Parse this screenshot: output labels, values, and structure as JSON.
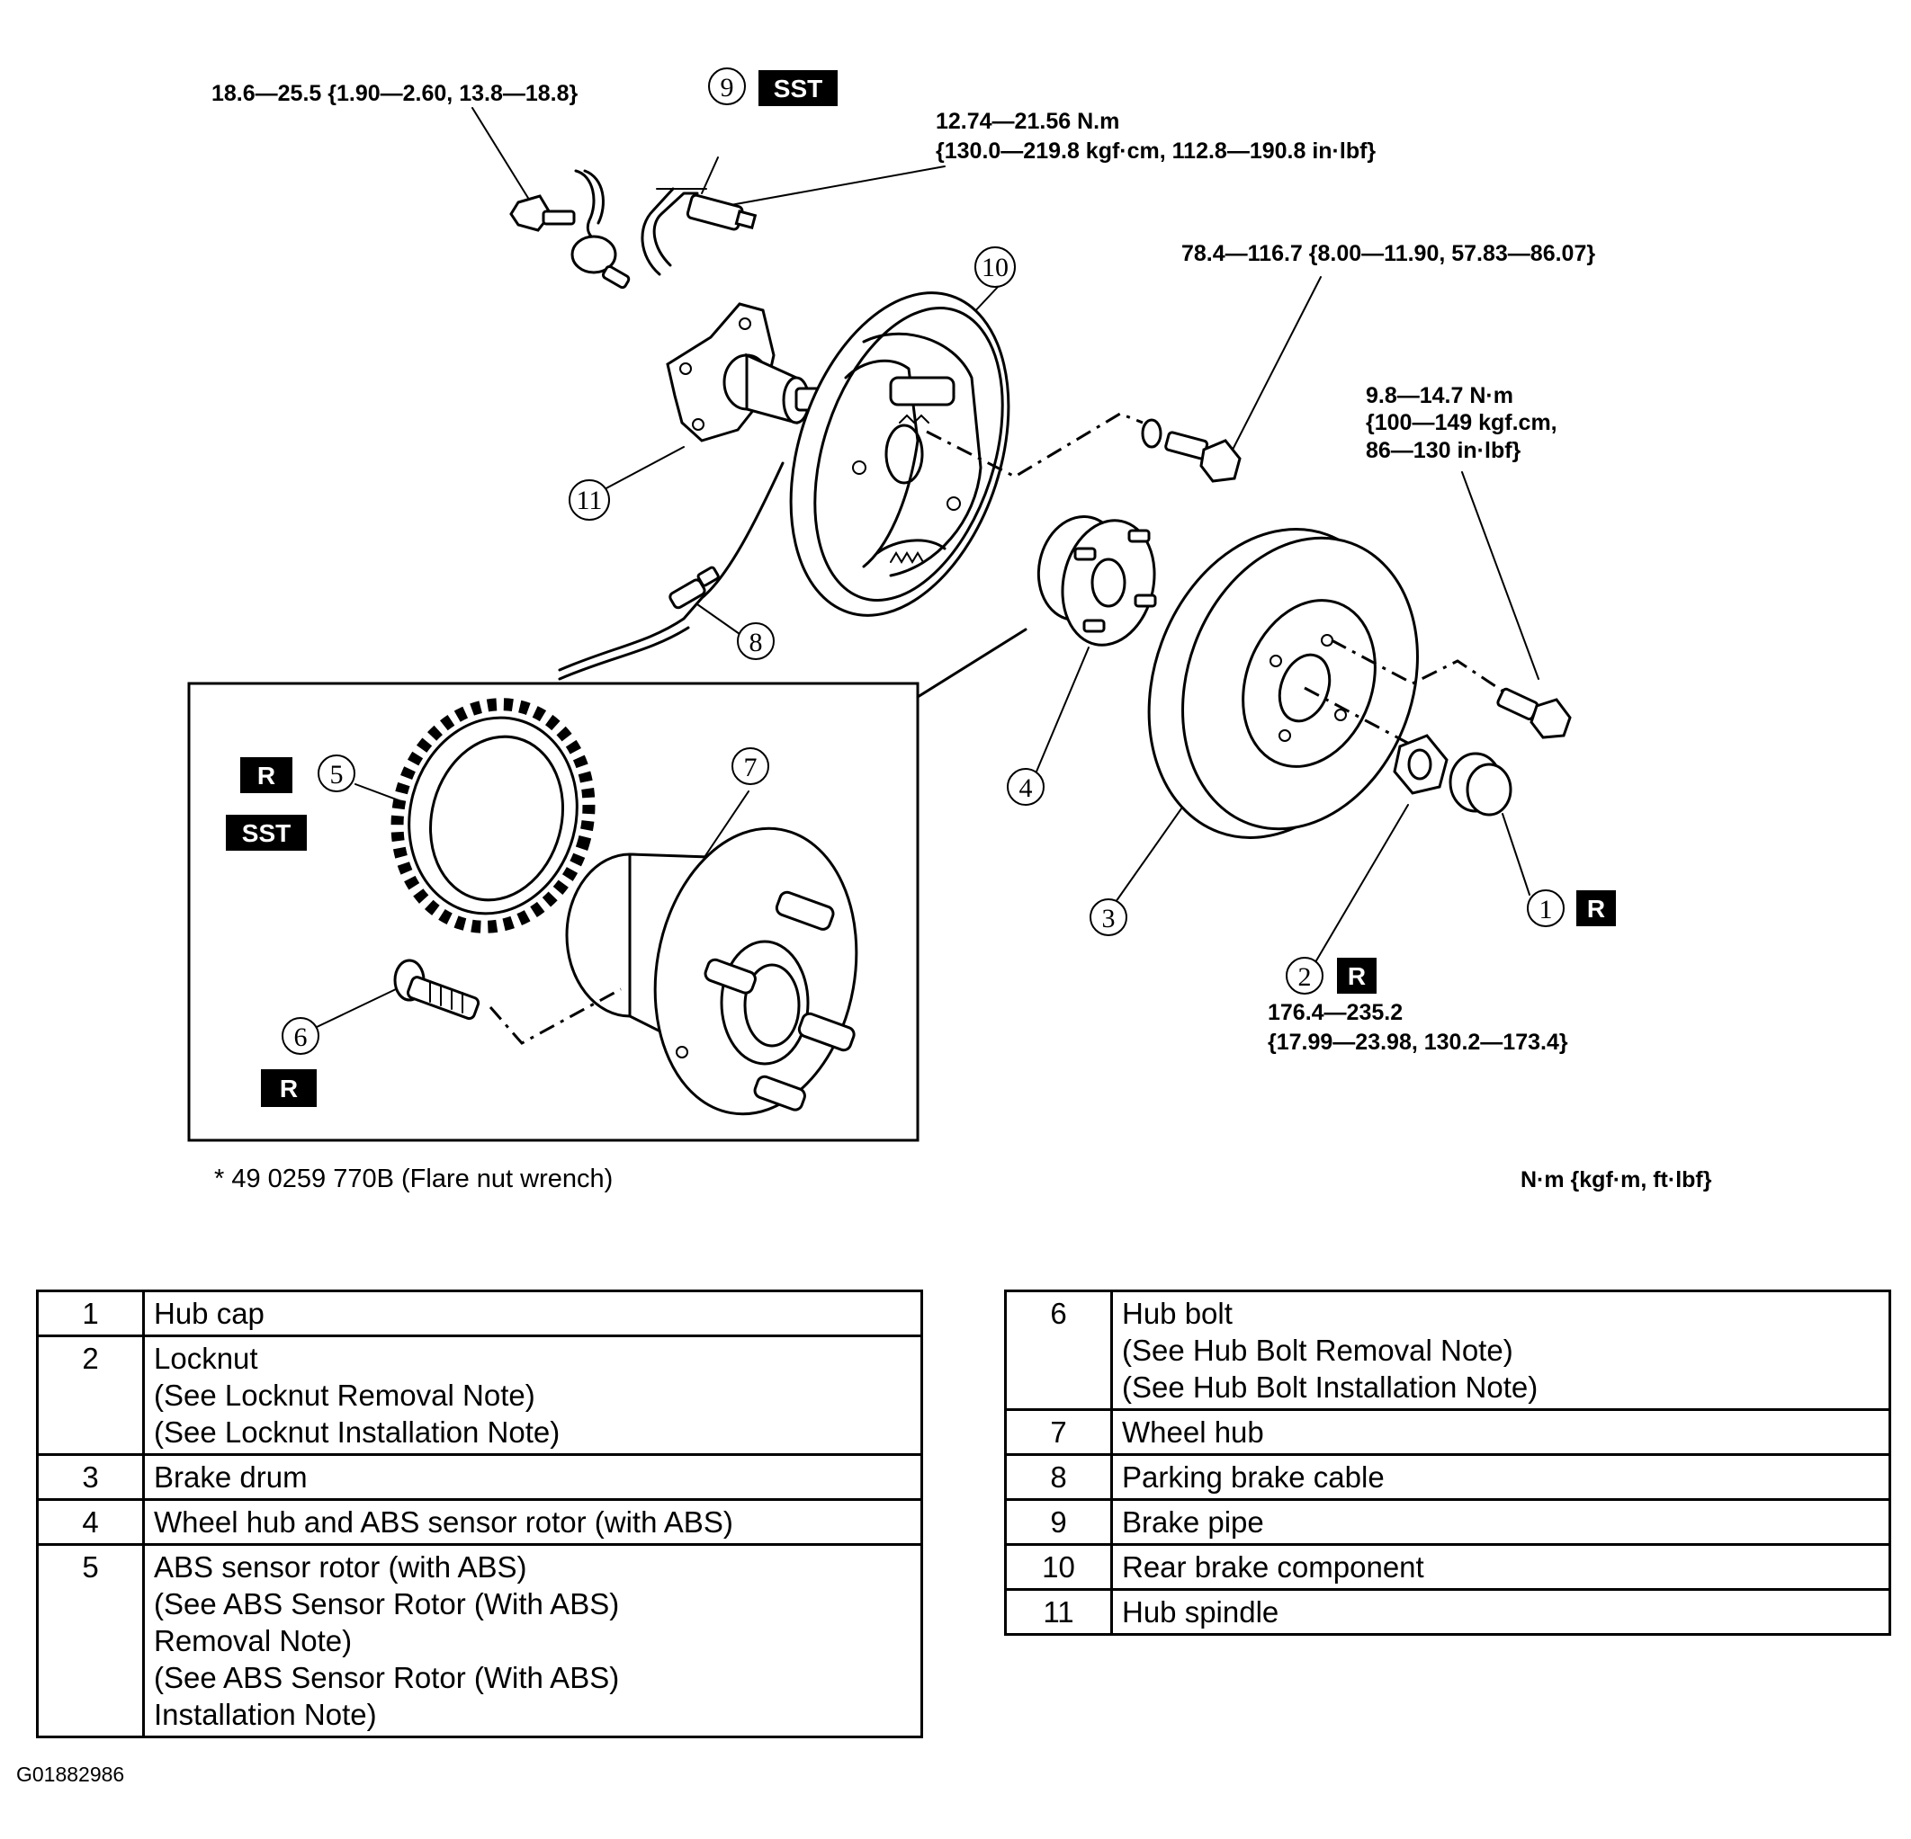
{
  "diagram": {
    "torques": {
      "sensor_bolt": "18.6—25.5 {1.90—2.60, 13.8—18.8}",
      "brake_pipe_line1": "12.74—21.56 N.m",
      "brake_pipe_line2": "{130.0—219.8 kgf·cm, 112.8—190.8 in·lbf}",
      "backing_plate_bolt": "78.4—116.7 {8.00—11.90, 57.83—86.07}",
      "drum_screw_line1": "9.8—14.7 N·m",
      "drum_screw_line2": "{100—149 kgf.cm,",
      "drum_screw_line3": "86—130 in·lbf}",
      "locknut_line1": "176.4—235.2",
      "locknut_line2": "{17.99—23.98, 130.2—173.4}"
    },
    "callouts": [
      "1",
      "2",
      "3",
      "4",
      "5",
      "6",
      "7",
      "8",
      "9",
      "10",
      "11"
    ],
    "badges": {
      "sst": "SST",
      "replace": "R"
    },
    "sst_note": "* 49 0259 770B (Flare nut wrench)",
    "units_note": "N·m {kgf·m, ft·lbf}"
  },
  "legend_left": [
    {
      "num": "1",
      "lines": [
        "Hub cap"
      ]
    },
    {
      "num": "2",
      "lines": [
        "Locknut",
        "(See Locknut Removal Note)",
        "(See Locknut Installation Note)"
      ]
    },
    {
      "num": "3",
      "lines": [
        "Brake drum"
      ]
    },
    {
      "num": "4",
      "lines": [
        "Wheel hub and ABS sensor rotor (with ABS)"
      ]
    },
    {
      "num": "5",
      "lines": [
        "ABS sensor rotor (with ABS)",
        "(See ABS Sensor Rotor (With ABS)",
        "Removal Note)",
        "(See ABS Sensor Rotor (With ABS)",
        "Installation Note)"
      ]
    }
  ],
  "legend_right": [
    {
      "num": "6",
      "lines": [
        "Hub bolt",
        "(See Hub Bolt Removal Note)",
        "(See Hub Bolt Installation Note)"
      ]
    },
    {
      "num": "7",
      "lines": [
        "Wheel hub"
      ]
    },
    {
      "num": "8",
      "lines": [
        "Parking brake cable"
      ]
    },
    {
      "num": "9",
      "lines": [
        "Brake pipe"
      ]
    },
    {
      "num": "10",
      "lines": [
        "Rear brake component"
      ]
    },
    {
      "num": "11",
      "lines": [
        "Hub spindle"
      ]
    }
  ],
  "figure_id": "G01882986"
}
